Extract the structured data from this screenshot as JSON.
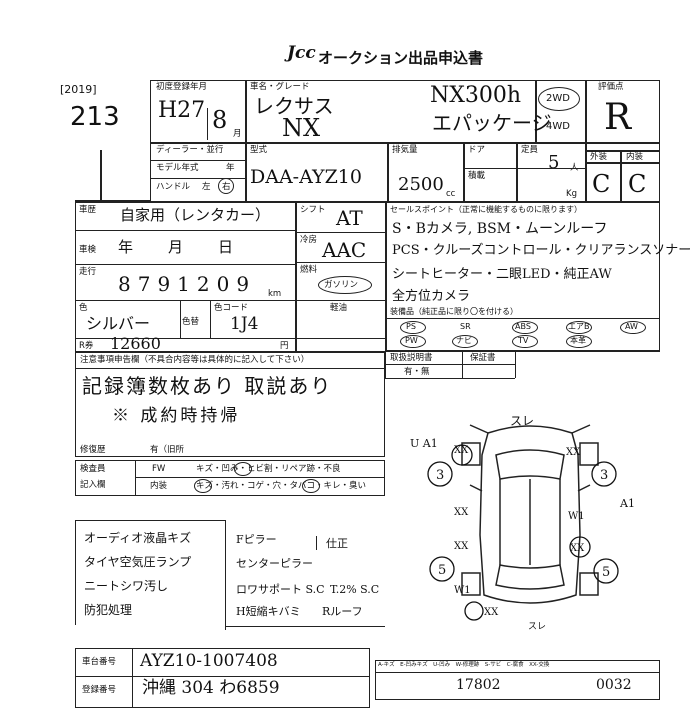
{
  "header": {
    "logo_text": "Jcc",
    "title": "オークション出品申込書",
    "year_tag": "[2019]",
    "lot_number": "213"
  },
  "row1": {
    "first_reg_label": "初度登録年月",
    "first_reg_year": "H27",
    "first_reg_month": "8",
    "month_unit": "月",
    "name_label": "車名・グレード",
    "maker": "レクサス",
    "model": "NX",
    "grade_code": "NX300h",
    "grade_name": "エパッケージ",
    "drive_2wd": "2WD",
    "drive_4wd": "4WD",
    "score_label": "評価点",
    "score": "R"
  },
  "row2": {
    "dealer_label": "ディーラー・並行",
    "model_year_label": "モデル年式",
    "year_unit": "年",
    "handle_label": "ハンドル",
    "handle_left": "左",
    "handle_right": "右",
    "type_label": "型式",
    "type_value": "DAA-AYZ10",
    "displacement_label": "排気量",
    "displacement_value": "2500",
    "cc_unit": "cc",
    "door_label": "ドア",
    "seats_label": "定員",
    "seats_value": "5",
    "seats_unit": "人",
    "load_label": "積載",
    "kg_unit": "Kg",
    "exterior_label": "外装",
    "interior_label": "内装",
    "exterior_grade": "C",
    "interior_grade": "C"
  },
  "row3": {
    "usage_label": "車歴",
    "usage_value": "自家用（レンタカー）",
    "shift_label": "シフト",
    "shift_value": "AT",
    "ac_label": "冷房",
    "ac_value": "AAC",
    "inspection_label": "車検",
    "inspection_value": "年　月　日",
    "mileage_label": "走行",
    "mileage_value": "8791209",
    "km_unit": "km",
    "fuel_label": "燃料",
    "fuel_gas": "ガソリン",
    "fuel_oil": "軽油",
    "color_label": "色",
    "color_value": "シルバー",
    "colorno_label": "色替",
    "color_code_label": "色コード",
    "color_code": "1J4",
    "recycle_label": "R券",
    "recycle_value": "12660",
    "recycle_unit": "円",
    "selling_label": "セールスポイント（正常に機能するものに限ります）",
    "selling_lines": [
      "S・Bカメラ, BSM・ムーンルーフ",
      "PCS・クルーズコントロール・クリアランスソナー",
      "シートヒーター・二眼LED・純正AW",
      "全方位カメラ"
    ],
    "equip_label": "装備品（純正品に限り〇を付ける）",
    "equip_items": [
      "PS",
      "PW",
      "SR",
      "AW",
      "TV",
      "ナビ",
      "ABS",
      "エアB",
      "本革"
    ],
    "manual_label": "取扱説明書",
    "manual_value": "有・無",
    "warranty_label": "保証書"
  },
  "notes": {
    "label": "注意事項申告欄（不具合内容等は具体的に記入して下さい）",
    "line1": "記録簿数枚あり 取説あり",
    "line2": "※ 成約時持帰",
    "repair_label": "修復歴",
    "repair_value": "有（旧所"
  },
  "inspector": {
    "label_a": "検査員",
    "label_b": "記入欄",
    "fw_label": "FW",
    "fw_items": "キズ・凹み・ヒビ割・リペア跡・不良",
    "interior_label": "内装",
    "interior_items": "キズ・汚れ・コゲ・穴・タバコ・キレ・臭い"
  },
  "remarks": {
    "left": [
      "オーディオ液晶キズ",
      "タイヤ空気圧ランプ",
      "ニートシワ汚し",
      "防犯処理"
    ],
    "right_a": [
      "Fピラー",
      "センターピラー",
      "ロワサポート S.C",
      "H短縮キバミ"
    ],
    "right_b": [
      "仕正",
      "",
      "T.2% S.C",
      "Rルーフ"
    ]
  },
  "diagram": {
    "top_label": "スレ",
    "bottom_label": "スレ",
    "marks": {
      "ua1": "U A1",
      "a1": "A1",
      "xx1": "XX",
      "xx2": "XX",
      "xx3": "XX",
      "xx4": "XX",
      "xx5": "XX",
      "xx6": "XX",
      "w1a": "W1",
      "w1b": "W1",
      "tire_fl": "3",
      "tire_fr": "3",
      "tire_rl": "5",
      "tire_rr": "5"
    }
  },
  "bottom": {
    "chassis_label": "車台番号",
    "chassis_value": "AYZ10-1007408",
    "reg_label": "登録番号",
    "reg_value": "沖縄 304 わ6859",
    "tire_header": "A-キズ　E-凹みキズ　U-凹み　W-修理跡　S-サビ　C-腐食　XX-交換",
    "code1": "17802",
    "code2": "0032"
  }
}
